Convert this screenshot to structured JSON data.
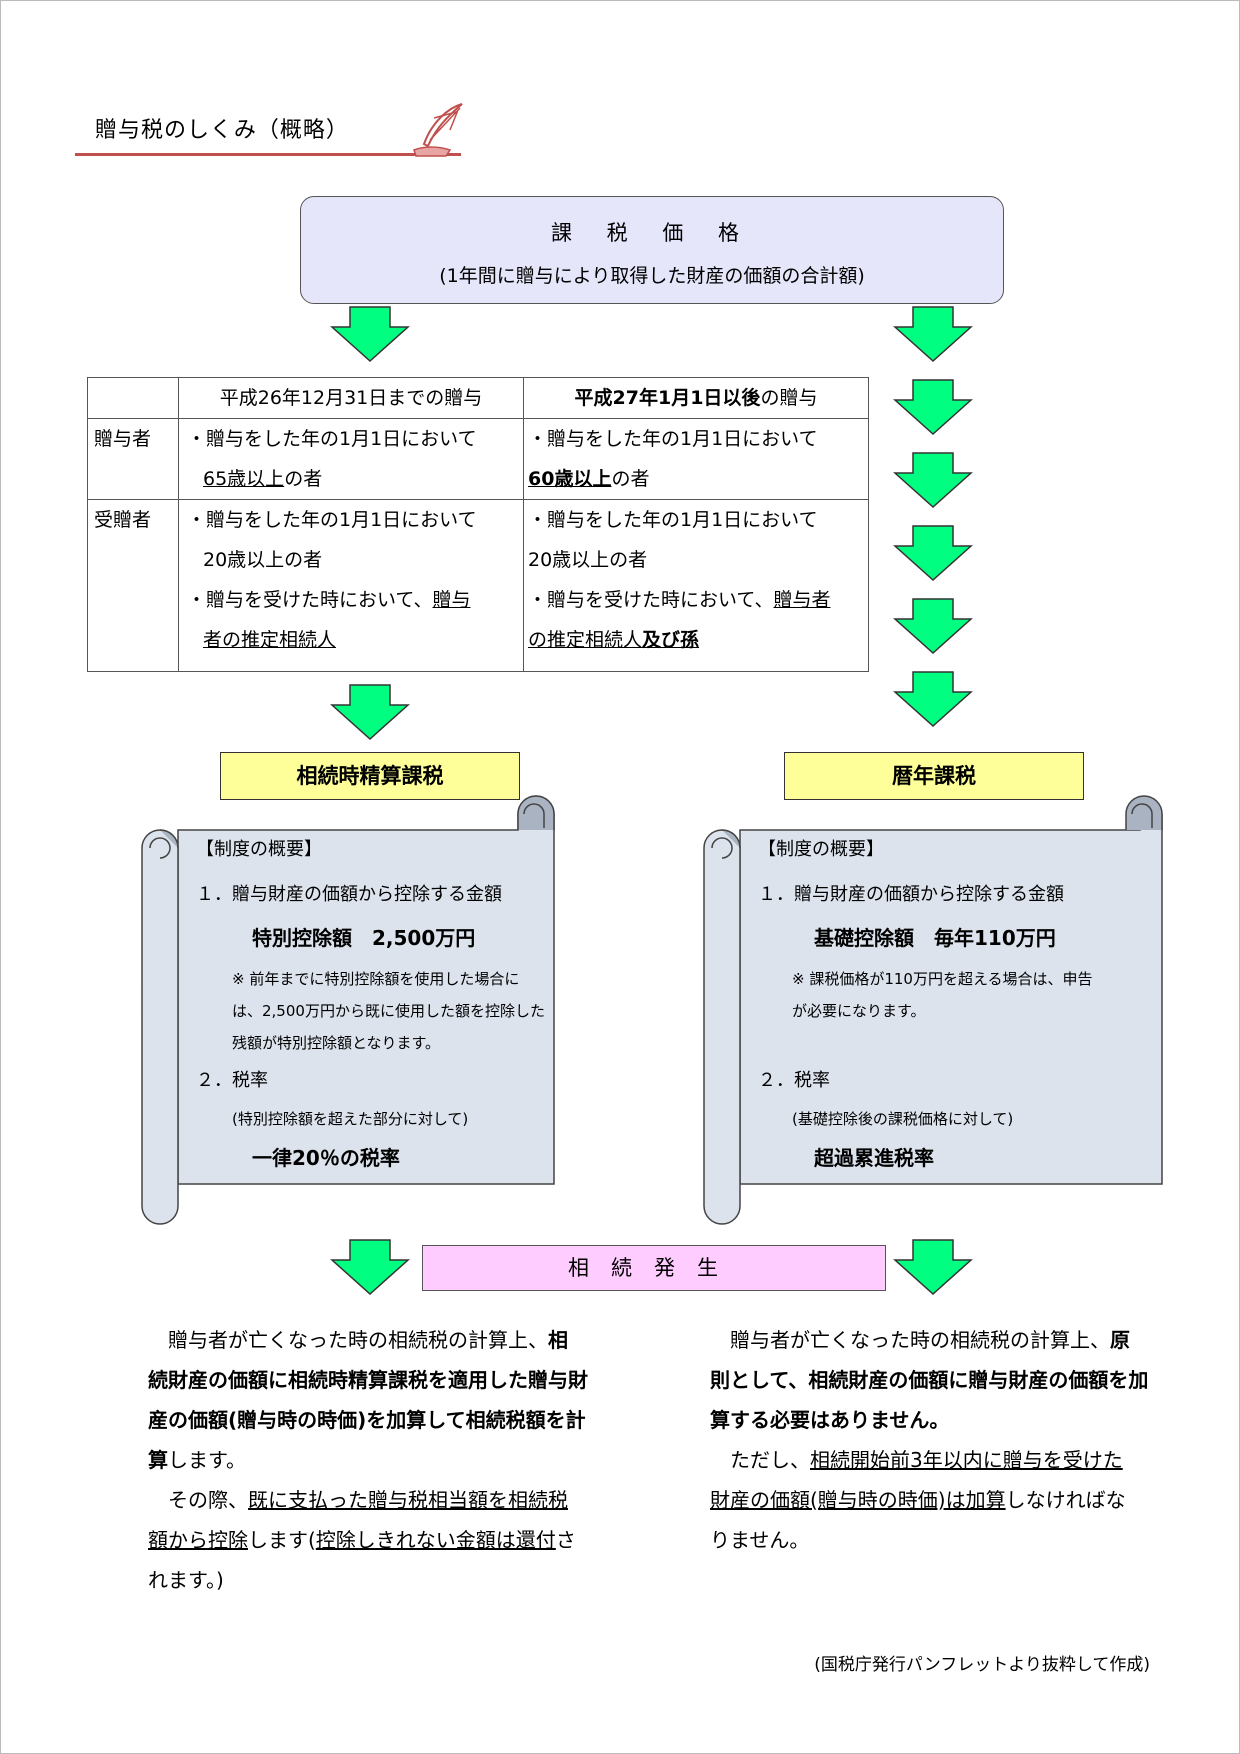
{
  "doc_title": "贈与税のしくみ（概略）",
  "taxable_box": {
    "line1": "課 税 価 格",
    "line2": "(1年間に贈与により取得した財産の価額の合計額)"
  },
  "table": {
    "col1_header": "平成26年12月31日までの贈与",
    "col2_header_bold": "平成27年1月1日以後",
    "col2_header_rest": "の贈与",
    "row_donor_label": "贈与者",
    "row_recipient_label": "受贈者",
    "donor_old_line1": "・贈与をした年の1月1日において",
    "donor_old_age": "65歳以上",
    "donor_old_tail": "の者",
    "donor_new_line1": "・贈与をした年の1月1日において",
    "donor_new_age": "60歳以上",
    "donor_new_tail": "の者",
    "recip_old_line1": "・贈与をした年の1月1日において",
    "recip_old_line2": "20歳以上の者",
    "recip_old_line3a": "・贈与を受けた時において、",
    "recip_old_line3b": "贈与",
    "recip_old_line4": "者の推定相続人",
    "recip_new_line1": "・贈与をした年の1月1日において",
    "recip_new_line2": "20歳以上の者",
    "recip_new_line3a": "・贈与を受けた時において、",
    "recip_new_line3b": "贈与者",
    "recip_new_line4a": "の推定相続人",
    "recip_new_line4b": "及び孫"
  },
  "left_label": "相続時精算課税",
  "right_label": "暦年課税",
  "left_scroll": {
    "heading": "【制度の概要】",
    "item1": "１．贈与財産の価額から控除する金額",
    "item1_value": "特別控除額　2,500万円",
    "note1": "※ 前年までに特別控除額を使用した場合に",
    "note2": "は、2,500万円から既に使用した額を控除した",
    "note3": "残額が特別控除額となります。",
    "item2": "２．税率",
    "item2_sub": "(特別控除額を超えた部分に対して)",
    "item2_value": "一律20％の税率"
  },
  "right_scroll": {
    "heading": "【制度の概要】",
    "item1": "１．贈与財産の価額から控除する金額",
    "item1_value": "基礎控除額　毎年110万円",
    "note1": "※ 課税価格が110万円を超える場合は、申告",
    "note2": "が必要になります。",
    "item2": "２．税率",
    "item2_sub": "(基礎控除後の課税価格に対して)",
    "item2_value": "超過累進税率"
  },
  "inheritance_box": "相続発生",
  "left_para": {
    "l1a": "　贈与者が亡くなった時の相続税の計算上、",
    "l1b": "相",
    "l2": "続財産の価額に相続時精算課税を適用した贈与財",
    "l3": "産の価額(贈与時の時価)を加算して相続税額を計",
    "l4a": "算",
    "l4b": "します。",
    "l5a": "　その際、",
    "l5b": "既に支払った贈与税相当額を相続税",
    "l6a": "額から控除",
    "l6b": "します(",
    "l6c": "控除しきれない金額は還付",
    "l6d": "さ",
    "l7": "れます。)"
  },
  "right_para": {
    "l1a": "　贈与者が亡くなった時の相続税の計算上、",
    "l1b": "原",
    "l2": "則として、相続財産の価額に贈与財産の価額を加",
    "l3": "算する必要はありません。",
    "l4a": "　ただし、",
    "l4b": "相続開始前3年以内に贈与を受けた",
    "l5a": "財産の価額(贈与時の時価)は加算",
    "l5b": "しなければな",
    "l6": "りません。"
  },
  "footer": "(国税庁発行パンフレットより抜粋して作成)",
  "colors": {
    "arrow": "#00ff80",
    "title_rule": "#c0504d",
    "scroll_fill": "#dce3ed",
    "label_fill": "#ffff99",
    "inherit_fill": "#ffccff",
    "price_fill": "#e6e6fa"
  }
}
